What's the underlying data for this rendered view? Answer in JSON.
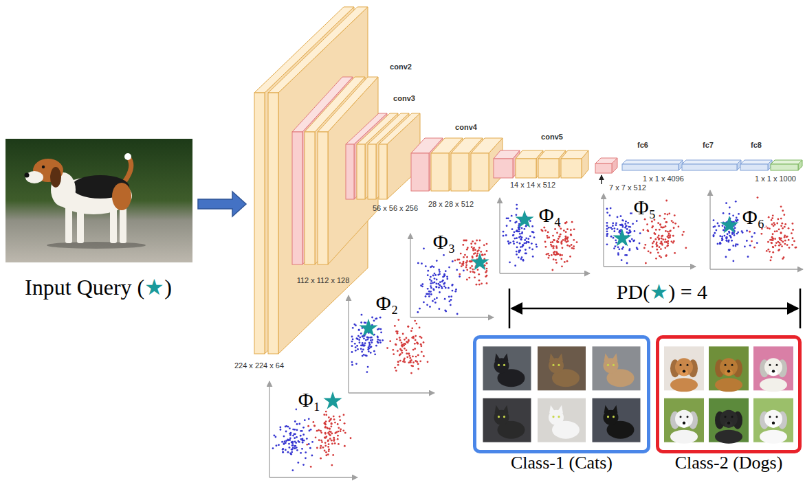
{
  "diagram": {
    "nodes": [
      {
        "text": [
          "Class-1 (Cats)"
        ]
      },
      {
        "text": [
          "Class-2 (Dogs)"
        ]
      }
    ],
    "labels": [
      "Input Query (★)",
      "conv2",
      "conv3",
      "conv4",
      "conv5",
      "fc6",
      "fc7",
      "fc8",
      "224 x 224 x 64",
      "112 x 112 x 128",
      "56 x 56 x 256",
      "28 x 28 x 512",
      "14 x 14 x 512",
      "7 x 7 x 512",
      "1 x 1 x 4096",
      "1 x 1 x 1000",
      "Φ₁",
      "Φ₂",
      "Φ₃",
      "Φ₄",
      "Φ₅",
      "Φ₆",
      "PD(★) = 4"
    ]
  }
}
